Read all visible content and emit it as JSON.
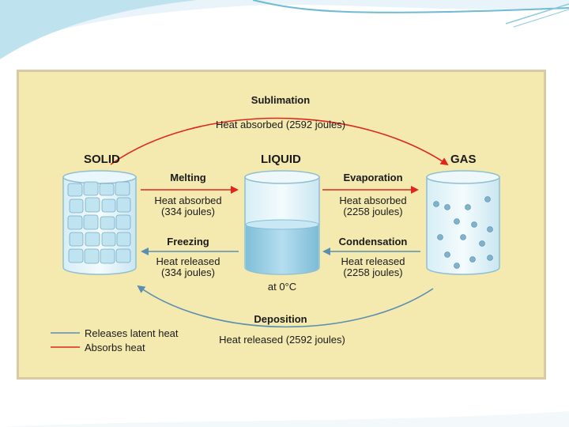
{
  "diagram": {
    "states": {
      "solid": "SOLID",
      "liquid": "LIQUID",
      "gas": "GAS"
    },
    "sublimation": {
      "title": "Sublimation",
      "detail": "Heat absorbed (2592 joules)"
    },
    "melting": {
      "title": "Melting",
      "line1": "Heat absorbed",
      "line2": "(334 joules)"
    },
    "evaporation": {
      "title": "Evaporation",
      "line1": "Heat absorbed",
      "line2": "(2258 joules)"
    },
    "freezing": {
      "title": "Freezing",
      "line1": "Heat released",
      "line2": "(334 joules)"
    },
    "condensation": {
      "title": "Condensation",
      "line1": "Heat released",
      "line2": "(2258 joules)"
    },
    "liquid_temp": "at 0°C",
    "deposition": {
      "title": "Deposition",
      "detail": "Heat released (2592 joules)"
    },
    "legend": [
      {
        "label": "Releases latent heat",
        "color": "#5b8fb0"
      },
      {
        "label": "Absorbs heat",
        "color": "#e0261c"
      }
    ],
    "colors": {
      "heat_absorbed": "#e0261c",
      "heat_released": "#5b8fb0",
      "panel": "#f4eab0",
      "water": "#9ccfe3"
    }
  }
}
